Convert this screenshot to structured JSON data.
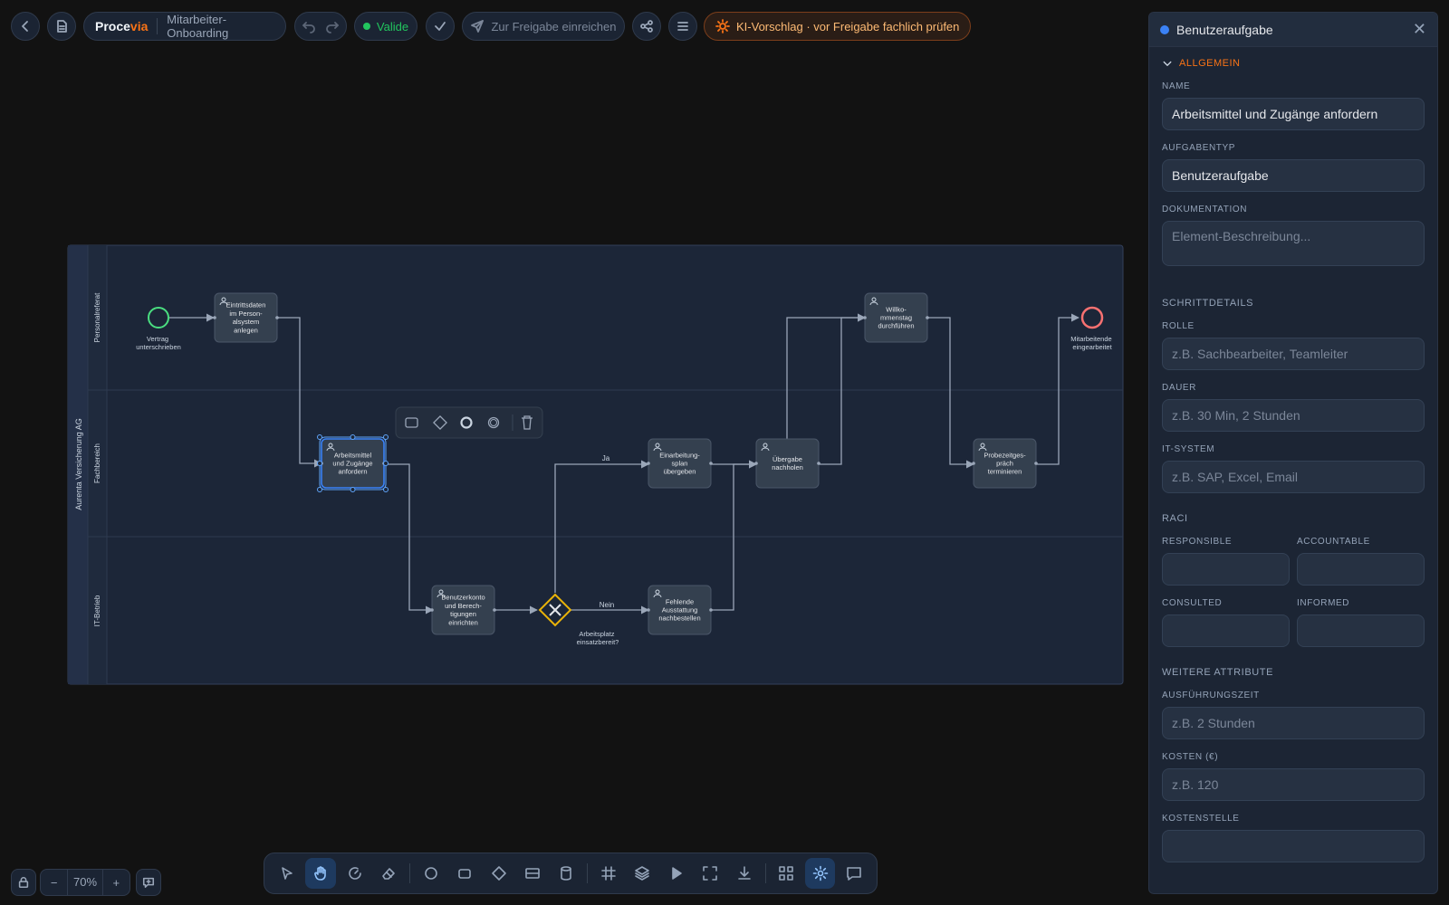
{
  "header": {
    "brand_main": "Proce",
    "brand_accent": "via",
    "process_name": "Mitarbeiter-Onboarding",
    "status": "Valide",
    "submit_label": "Zur Freigabe einreichen",
    "ai_notice": "KI-Vorschlag · vor Freigabe fachlich prüfen"
  },
  "diagram": {
    "pool": "Aurenta Versicherung AG",
    "lanes": [
      "Personalreferat",
      "Fachbereich",
      "IT-Betrieb"
    ],
    "start_event": "Vertrag unterschrieben",
    "end_event": "Mitarbeitende eingearbeitet",
    "tasks": {
      "t1": "Eintrittsdaten im Person-alsystem anlegen",
      "t2": "Arbeitsmittel und Zugänge anfordern",
      "t3": "Benutzerkonto und Berech-tigungen einrichten",
      "t4": "Einarbeitung-splan übergeben",
      "t5": "Fehlende Ausstattung nachbestellen",
      "t6": "Übergabe nachholen",
      "t7": "Willko-mmenstag durchführen",
      "t8": "Probezeitges-präch terminieren"
    },
    "gateway_label": "Arbeitsplatz einsatzbereit?",
    "flow_yes": "Ja",
    "flow_no": "Nein"
  },
  "panel": {
    "title": "Benutzeraufgabe",
    "section_general": "ALLGEMEIN",
    "name_label": "NAME",
    "name_value": "Arbeitsmittel und Zugänge anfordern",
    "type_label": "AUFGABENTYP",
    "type_value": "Benutzeraufgabe",
    "doc_label": "DOKUMENTATION",
    "doc_placeholder": "Element-Beschreibung...",
    "step_details": "SCHRITTDETAILS",
    "role_label": "ROLLE",
    "role_placeholder": "z.B. Sachbearbeiter, Teamleiter",
    "duration_label": "DAUER",
    "duration_placeholder": "z.B. 30 Min, 2 Stunden",
    "system_label": "IT-SYSTEM",
    "system_placeholder": "z.B. SAP, Excel, Email",
    "raci": "RACI",
    "responsible": "RESPONSIBLE",
    "accountable": "ACCOUNTABLE",
    "consulted": "CONSULTED",
    "informed": "INFORMED",
    "more_attrs": "WEITERE ATTRIBUTE",
    "exec_label": "AUSFÜHRUNGSZEIT",
    "exec_placeholder": "z.B. 2 Stunden",
    "cost_label": "KOSTEN (€)",
    "cost_placeholder": "z.B. 120",
    "costcenter_label": "KOSTENSTELLE"
  },
  "zoom": {
    "level": "70%",
    "minus": "−",
    "plus": "+"
  },
  "colors": {
    "accent": "#f97316",
    "valid": "#22c55e",
    "selection": "#3b82f6",
    "gateway": "#eab308",
    "start": "#4ade80",
    "end": "#f87171"
  }
}
